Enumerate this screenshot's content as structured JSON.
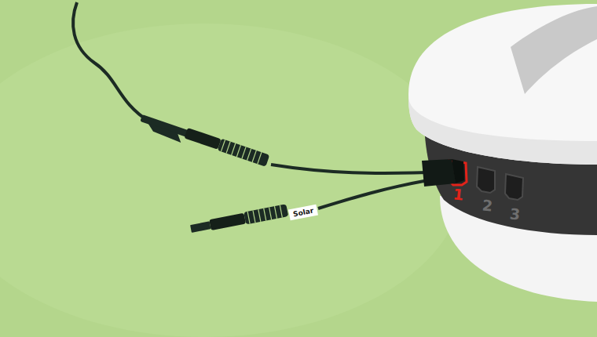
{
  "diagram": {
    "labels": [
      "Solar",
      "1",
      "2",
      "3"
    ]
  }
}
